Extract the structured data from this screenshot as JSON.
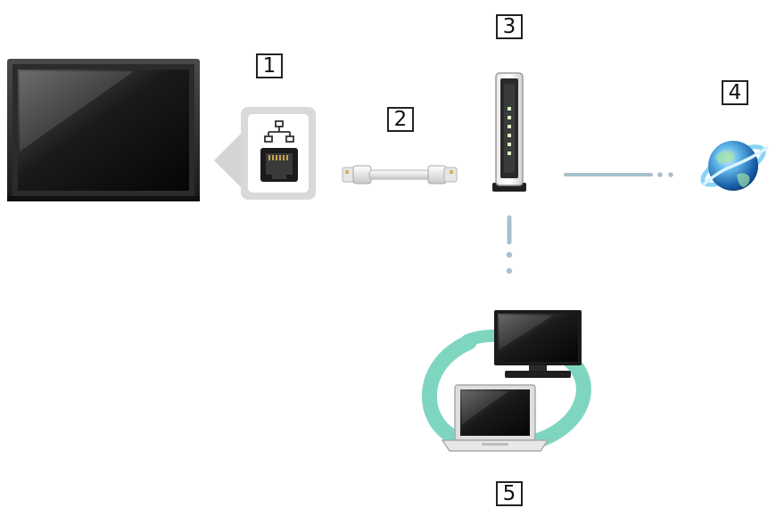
{
  "callouts": [
    "1",
    "2",
    "3",
    "4",
    "5"
  ],
  "icons": {
    "tv": "tv-icon",
    "lan_port": "lan-port-icon",
    "lan_cable": "lan-cable-icon",
    "router": "router-icon",
    "internet": "internet-globe-icon",
    "home_network": "home-network-devices-icon"
  },
  "colors": {
    "link": "#a7c1cc",
    "network_ring": "#7fd6c0"
  }
}
